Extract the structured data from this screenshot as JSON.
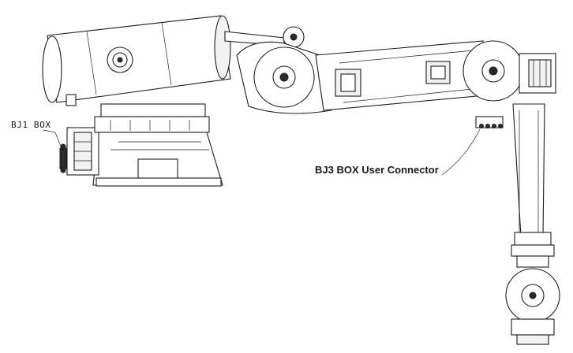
{
  "labels": {
    "bj1_box": "BJ1 BOX",
    "bj3_user_connector": "BJ3 BOX User Connector"
  },
  "icons": {
    "robot_drawing": "industrial-robot-arm-side-view-line-drawing"
  },
  "colors": {
    "background": "#ffffff",
    "line": "#1c1c1c"
  }
}
